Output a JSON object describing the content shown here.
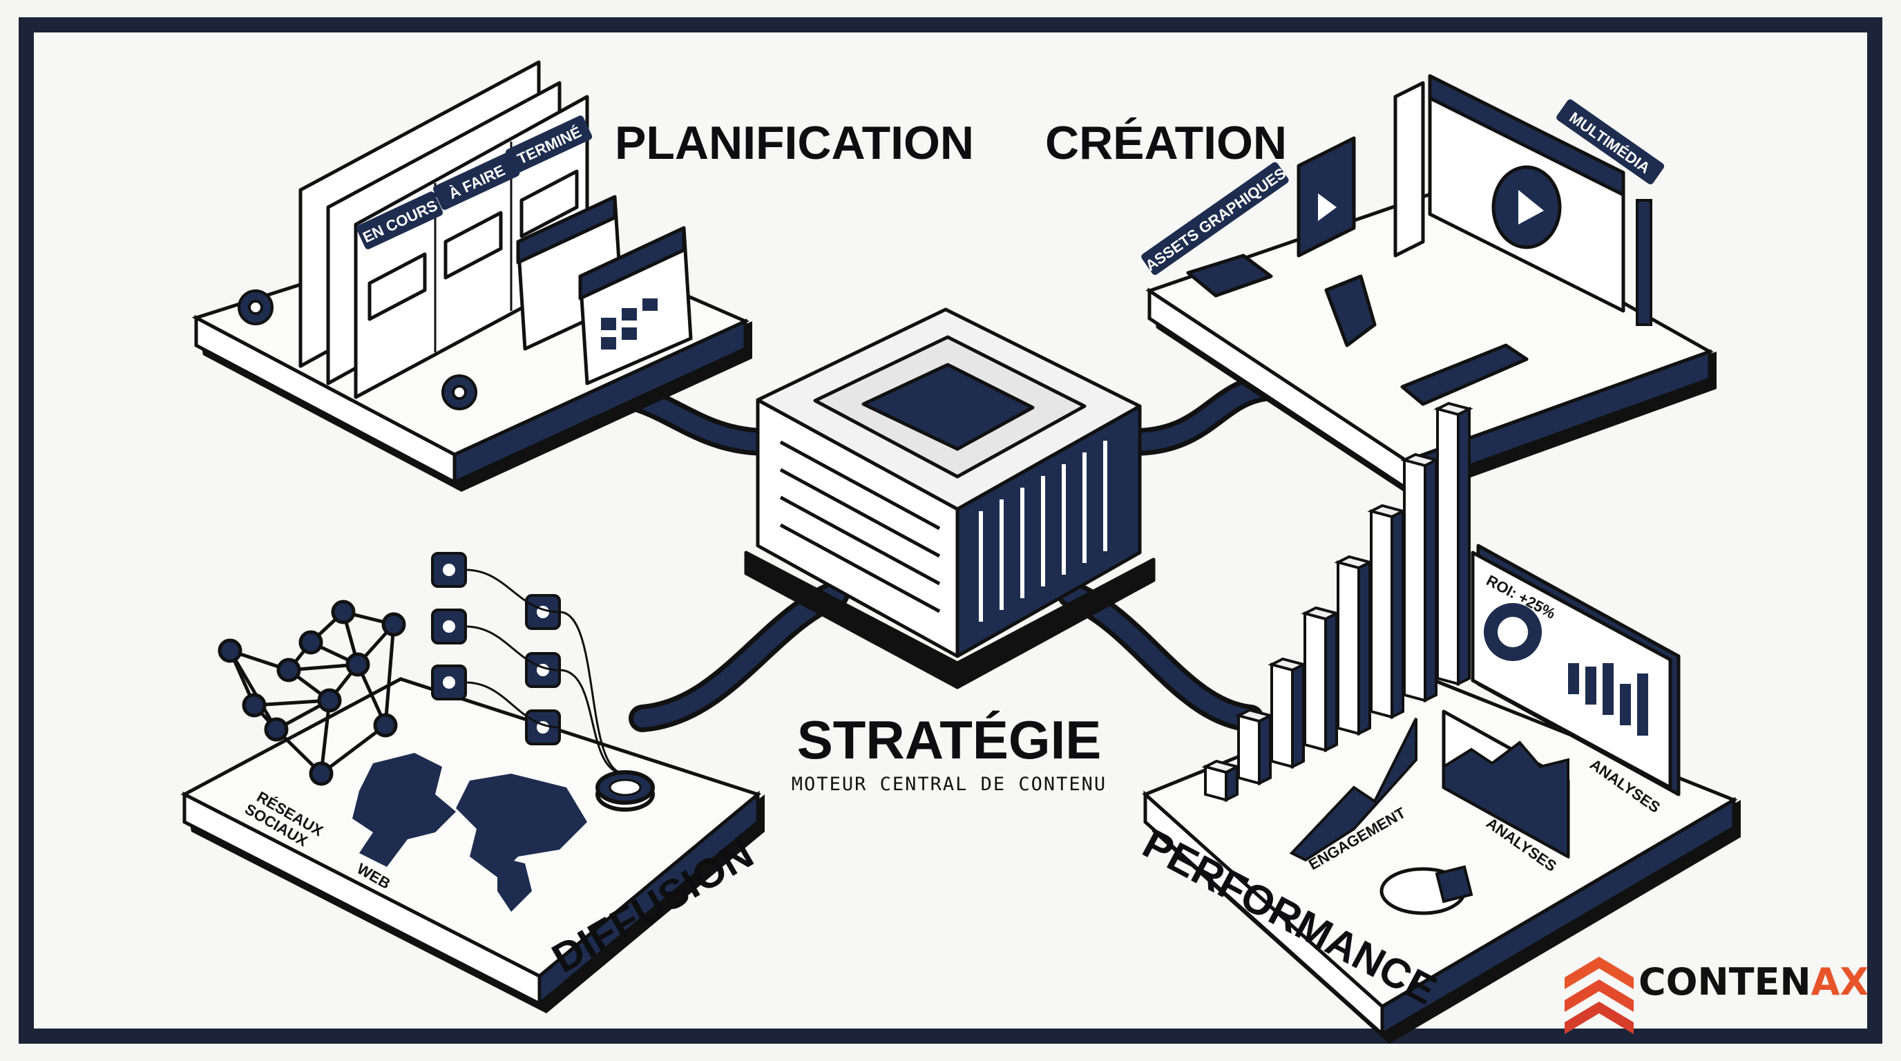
{
  "colors": {
    "navy": "#1e2d4f",
    "ink": "#111111",
    "background": "#f5f5f3",
    "frame": "#1b2438",
    "accent": "#e8542a"
  },
  "center": {
    "title": "STRATÉGIE",
    "subtitle": "MOTEUR CENTRAL DE CONTENU"
  },
  "planification": {
    "title": "PLANIFICATION",
    "columns": [
      "EN COURS",
      "À FAIRE",
      "TERMINÉ"
    ]
  },
  "creation": {
    "title": "CRÉATION",
    "tags": [
      "ASSETS GRAPHIQUES",
      "MULTIMÉDIA"
    ]
  },
  "diffusion": {
    "title": "DIFFUSION",
    "labels": [
      "RÉSEAUX",
      "SOCIAUX",
      "WEB"
    ]
  },
  "performance": {
    "title": "PERFORMANCE",
    "roi": "ROI: +25%",
    "labels": [
      "ENGAGEMENT",
      "ANALYSES",
      "ANALYSES"
    ]
  },
  "logo": {
    "text_main": "CONTEN",
    "text_accent": "AX"
  }
}
